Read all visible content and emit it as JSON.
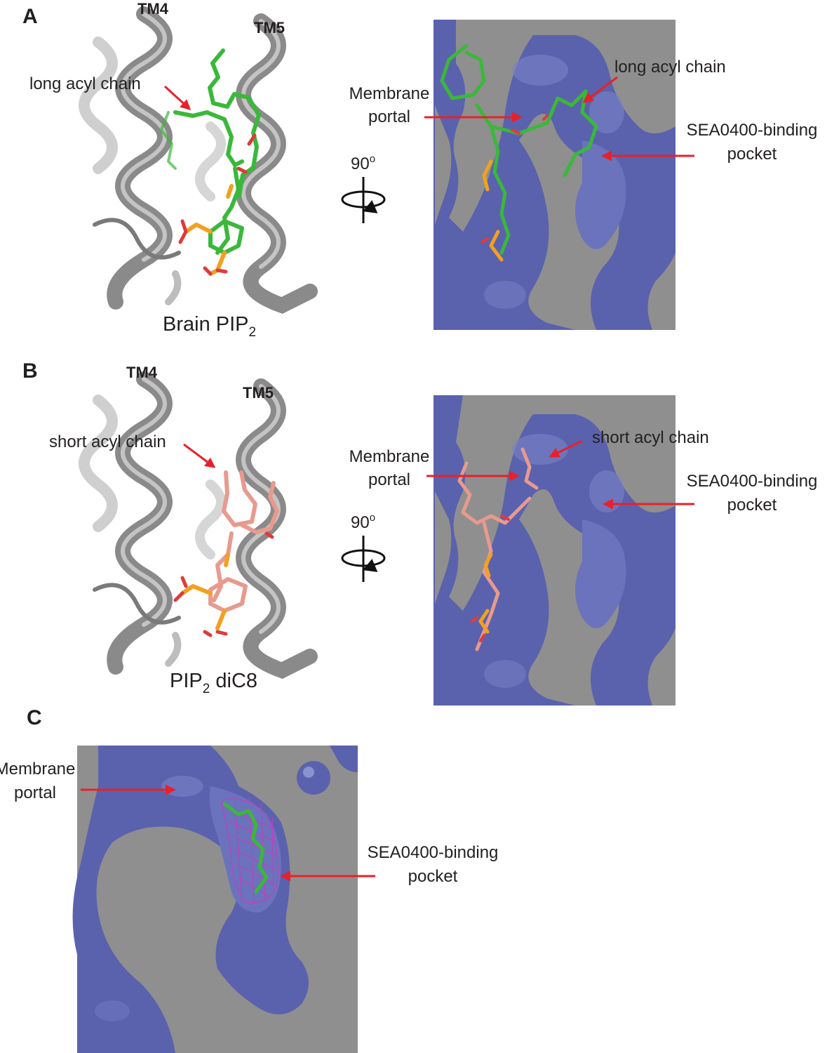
{
  "panels": {
    "A": {
      "letter": "A",
      "tm4": "TM4",
      "tm5": "TM5",
      "left_arrow_label": "long acyl chain",
      "caption_main": "Brain PIP",
      "caption_sub": "2",
      "caption_rest": "",
      "rotation_value": "90",
      "rotation_unit": "o",
      "portal_line1": "Membrane",
      "portal_line2": "portal",
      "right_acyl_label": "long acyl chain",
      "pocket_line1": "SEA0400-binding",
      "pocket_line2": "pocket"
    },
    "B": {
      "letter": "B",
      "tm4": "TM4",
      "tm5": "TM5",
      "left_arrow_label": "short acyl chain",
      "caption_main": "PIP",
      "caption_sub": "2",
      "caption_rest": " diC8",
      "rotation_value": "90",
      "rotation_unit": "o",
      "portal_line1": "Membrane",
      "portal_line2": "portal",
      "right_acyl_label": "short acyl chain",
      "pocket_line1": "SEA0400-binding",
      "pocket_line2": "pocket"
    },
    "C": {
      "letter": "C",
      "portal_line1": "Membrane",
      "portal_line2": "portal",
      "pocket_line1": "SEA0400-binding",
      "pocket_line2": "pocket"
    }
  },
  "colors": {
    "helix": "#8a8a8a",
    "surface": "#5a62ad",
    "cut": "#8f8f8f",
    "ligand_A": "#3ab83a",
    "ligand_B": "#e89a8e",
    "phosphate": "#f2a020",
    "oxygen": "#e03a3a",
    "arrow": "#e8202a",
    "mesh": "#c23fbf"
  }
}
